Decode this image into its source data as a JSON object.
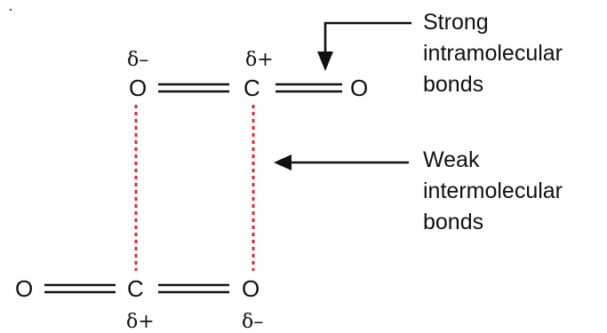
{
  "top_molecule": {
    "atoms": [
      "O",
      "C",
      "O"
    ],
    "charges": [
      "δ–",
      "δ+"
    ]
  },
  "bottom_molecule": {
    "atoms": [
      "O",
      "C",
      "O"
    ],
    "charges": [
      "δ+",
      "δ–"
    ]
  },
  "labels": {
    "intramolecular": [
      "Strong",
      "intramolecular",
      "bonds"
    ],
    "intermolecular": [
      "Weak",
      "intermolecular",
      "bonds"
    ]
  },
  "colors": {
    "bond": "#111111",
    "intermolecular_bond": "#e8262b",
    "text": "#111111"
  }
}
